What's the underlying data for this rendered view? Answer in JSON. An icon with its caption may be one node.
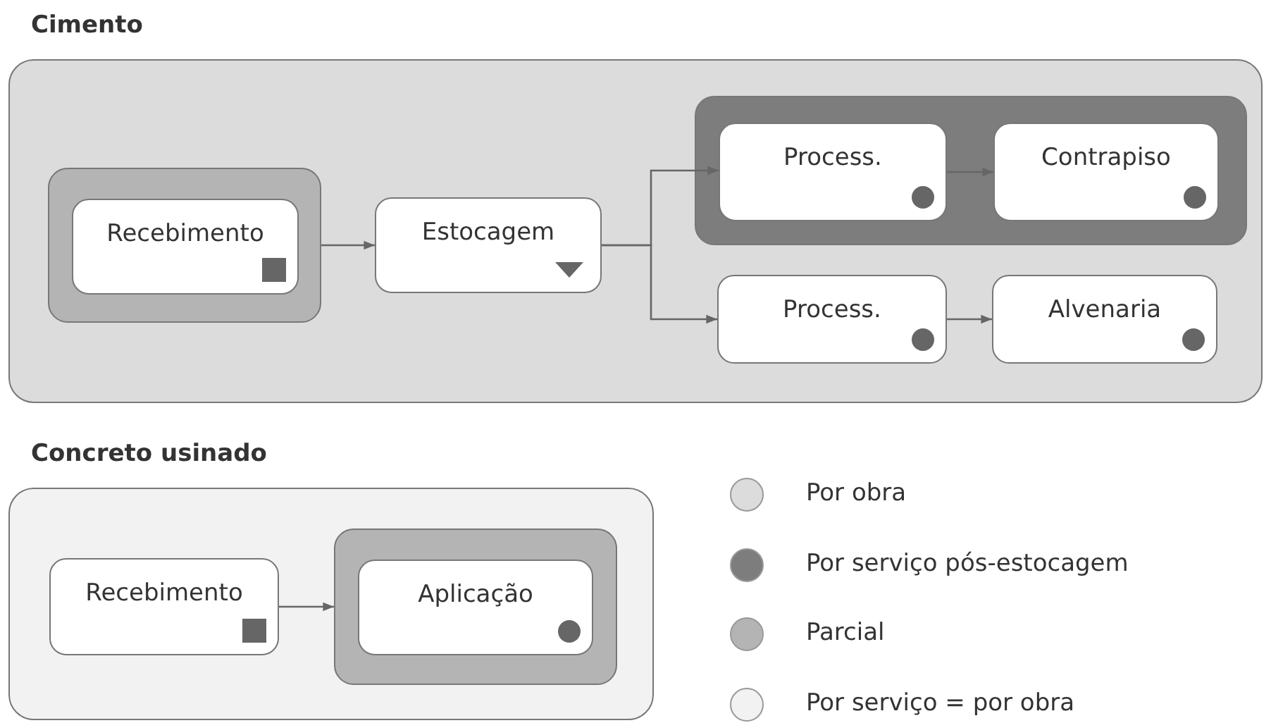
{
  "diagram": {
    "nodes": [
      {
        "text": [
          "Cimento"
        ]
      },
      {
        "text": [],
        "shape": "box",
        "in": 0
      },
      {
        "text": [
          "Recebimento"
        ],
        "in": 1
      },
      {
        "text": [
          "Estocagem"
        ],
        "in": 0
      },
      {
        "text": [],
        "shape": "box",
        "in": 0
      },
      {
        "text": [
          "Process."
        ],
        "in": 4
      },
      {
        "text": [
          "Contrapiso"
        ],
        "in": 4
      },
      {
        "text": [
          "Process."
        ],
        "in": 0
      },
      {
        "text": [
          "Alvenaria"
        ],
        "in": 0
      },
      {
        "text": [
          "Concreto usinado"
        ]
      },
      {
        "text": [
          "Recebimento"
        ],
        "in": 9
      },
      {
        "text": [],
        "shape": "box",
        "in": 9
      },
      {
        "text": [
          "Aplicação"
        ],
        "in": 11
      }
    ],
    "edges": [
      {
        "from": 1,
        "to": 3,
        "arrow": "to"
      },
      {
        "from": 3,
        "to": 5,
        "arrow": "to"
      },
      {
        "from": 3,
        "to": 7,
        "arrow": "to"
      },
      {
        "from": 5,
        "to": 6,
        "arrow": "to"
      },
      {
        "from": 7,
        "to": 8,
        "arrow": "to"
      },
      {
        "from": 10,
        "to": 11,
        "arrow": "to"
      }
    ],
    "legend": [
      {
        "text": "Por obra",
        "color": "#dcdcdc"
      },
      {
        "text": "Por serviço pós-estocagem",
        "color": "#7d7d7d"
      },
      {
        "text": "Parcial",
        "color": "#b4b4b4"
      },
      {
        "text": "Por serviço = por obra",
        "color": "#f2f2f2"
      }
    ]
  }
}
